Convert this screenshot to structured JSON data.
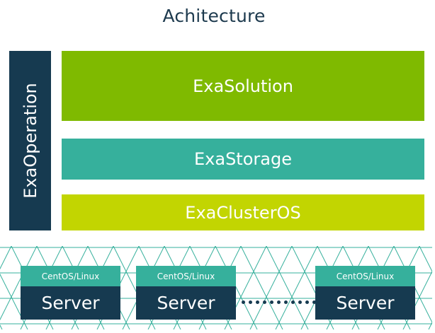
{
  "title": "Achitecture",
  "ops_layer": {
    "label": "ExaOperation"
  },
  "layers": [
    {
      "label": "ExaSolution",
      "color": "#7fba00"
    },
    {
      "label": "ExaStorage",
      "color": "#36b09c"
    },
    {
      "label": "ExaClusterOS",
      "color": "#c2d501"
    }
  ],
  "servers": [
    {
      "os": "CentOS/Linux",
      "label": "Server"
    },
    {
      "os": "CentOS/Linux",
      "label": "Server"
    },
    {
      "os": "CentOS/Linux",
      "label": "Server"
    }
  ],
  "colors": {
    "dark_navy": "#163a50",
    "teal": "#36b09c",
    "green": "#7fba00",
    "lime": "#c2d501",
    "mesh_line": "#36b09c"
  }
}
